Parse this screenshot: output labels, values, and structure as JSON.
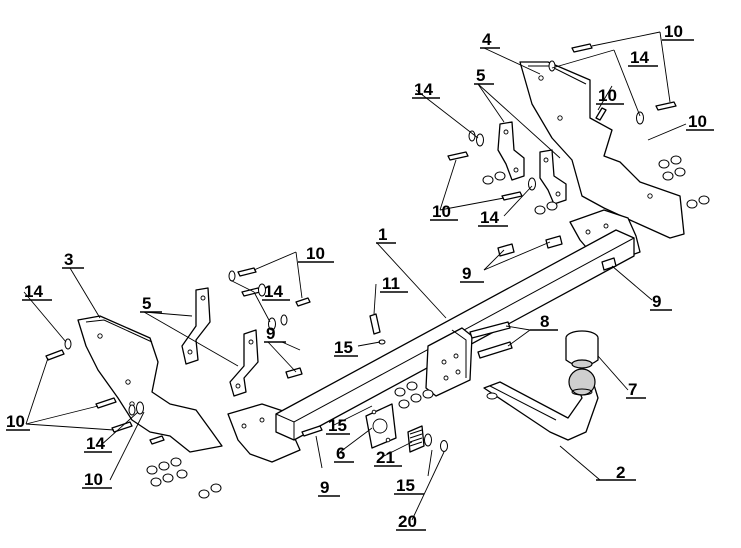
{
  "diagram": {
    "callouts": [
      {
        "id": "c1",
        "label": "1"
      },
      {
        "id": "c2",
        "label": "2"
      },
      {
        "id": "c3",
        "label": "3"
      },
      {
        "id": "c4",
        "label": "4"
      },
      {
        "id": "c5a",
        "label": "5"
      },
      {
        "id": "c5b",
        "label": "5"
      },
      {
        "id": "c6",
        "label": "6"
      },
      {
        "id": "c7",
        "label": "7"
      },
      {
        "id": "c8",
        "label": "8"
      },
      {
        "id": "c9a",
        "label": "9"
      },
      {
        "id": "c9b",
        "label": "9"
      },
      {
        "id": "c9c",
        "label": "9"
      },
      {
        "id": "c9d",
        "label": "9"
      },
      {
        "id": "c10a",
        "label": "10"
      },
      {
        "id": "c10b",
        "label": "10"
      },
      {
        "id": "c10c",
        "label": "10"
      },
      {
        "id": "c10d",
        "label": "10"
      },
      {
        "id": "c10e",
        "label": "10"
      },
      {
        "id": "c10f",
        "label": "10"
      },
      {
        "id": "c10g",
        "label": "10"
      },
      {
        "id": "c11",
        "label": "11"
      },
      {
        "id": "c14a",
        "label": "14"
      },
      {
        "id": "c14b",
        "label": "14"
      },
      {
        "id": "c14c",
        "label": "14"
      },
      {
        "id": "c14d",
        "label": "14"
      },
      {
        "id": "c14e",
        "label": "14"
      },
      {
        "id": "c14f",
        "label": "14"
      },
      {
        "id": "c15a",
        "label": "15"
      },
      {
        "id": "c15b",
        "label": "15"
      },
      {
        "id": "c15c",
        "label": "15"
      },
      {
        "id": "c20",
        "label": "20"
      },
      {
        "id": "c21",
        "label": "21"
      }
    ]
  }
}
